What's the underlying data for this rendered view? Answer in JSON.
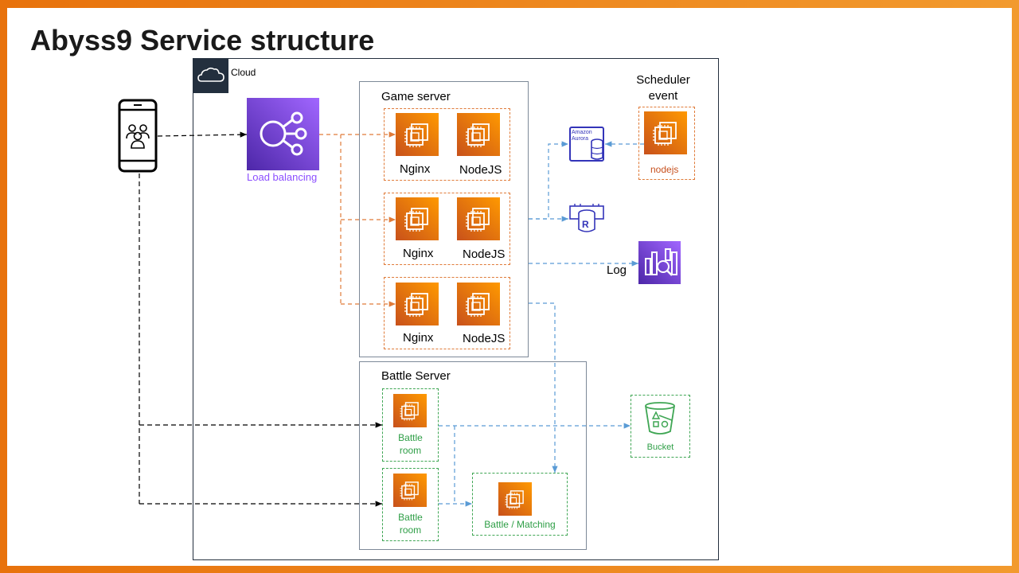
{
  "title": "Abyss9 Service structure",
  "cloud": {
    "label": "Cloud"
  },
  "load_balancer": {
    "label": "Load balancing"
  },
  "game_server": {
    "title": "Game server",
    "rows": [
      {
        "left": "Nginx",
        "right": "NodeJS"
      },
      {
        "left": "Nginx",
        "right": "NodeJS"
      },
      {
        "left": "Nginx",
        "right": "NodeJS"
      }
    ]
  },
  "scheduler": {
    "title_line1": "Scheduler",
    "title_line2": "event",
    "label": "nodejs"
  },
  "aurora": {
    "line1": "Amazon",
    "line2": "Aurora"
  },
  "redis": {
    "letter": "R"
  },
  "log": {
    "label": "Log"
  },
  "battle_server": {
    "title": "Battle Server",
    "room1": {
      "line1": "Battle",
      "line2": "room"
    },
    "room2": {
      "line1": "Battle",
      "line2": "room"
    },
    "matching": "Battle / Matching"
  },
  "bucket": {
    "label": "Bucket"
  },
  "colors": {
    "orange": "#e07b39",
    "green": "#3fa654",
    "blue": "#5a9bd5",
    "purple": "#8c4fff",
    "dark": "#232f3e"
  }
}
